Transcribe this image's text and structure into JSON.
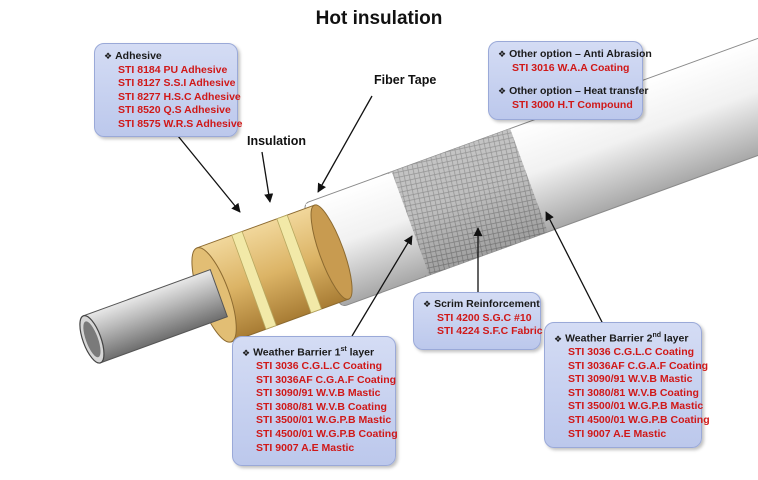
{
  "title": "Hot insulation",
  "labels": {
    "fiber_tape": "Fiber Tape",
    "insulation": "Insulation"
  },
  "bullet": "❖",
  "adhesive": {
    "header": "Adhesive",
    "items": [
      "STI 8184 PU Adhesive",
      "STI 8127 S.S.I Adhesive",
      "STI 8277 H.S.C Adhesive",
      "STI 8520 Q.S Adhesive",
      "STI 8575 W.R.S Adhesive"
    ]
  },
  "other_options": {
    "anti_abrasion": {
      "header": "Other option – Anti Abrasion",
      "items": [
        "STI 3016 W.A.A Coating"
      ]
    },
    "heat_transfer": {
      "header": "Other option – Heat transfer",
      "items": [
        "STI 3000 H.T Compound"
      ]
    }
  },
  "scrim": {
    "header": "Scrim Reinforcement",
    "items": [
      "STI 4200 S.G.C #10",
      "STI 4224  S.F.C Fabric"
    ]
  },
  "weather_barrier_1": {
    "header_main": "Weather Barrier 1",
    "header_sup": "st",
    "header_tail": " layer",
    "items": [
      "STI 3036 C.G.L.C Coating",
      "STI 3036AF C.G.A.F Coating",
      "STI 3090/91 W.V.B Mastic",
      "STI 3080/81 W.V.B Coating",
      "STI 3500/01 W.G.P.B Mastic",
      "STI 4500/01 W.G.P.B Coating",
      "STI 9007 A.E Mastic"
    ]
  },
  "weather_barrier_2": {
    "header_main": "Weather Barrier 2",
    "header_sup": "nd",
    "header_tail": " layer",
    "items": [
      "STI 3036 C.G.L.C Coating",
      "STI 3036AF C.G.A.F Coating",
      "STI 3090/91 W.V.B Mastic",
      "STI 3080/81 W.V.B Coating",
      "STI 3500/01 W.G.P.B Mastic",
      "STI 4500/01 W.G.P.B Coating",
      "STI 9007 A.E Mastic"
    ]
  },
  "colors": {
    "item_red": "#d01818",
    "box_blue": "#c6d0f0",
    "insulation_tan": "#d9b46a",
    "fiber_tape_yellow": "#f2e9a8",
    "jacket_grey": "#dcdcdc"
  }
}
